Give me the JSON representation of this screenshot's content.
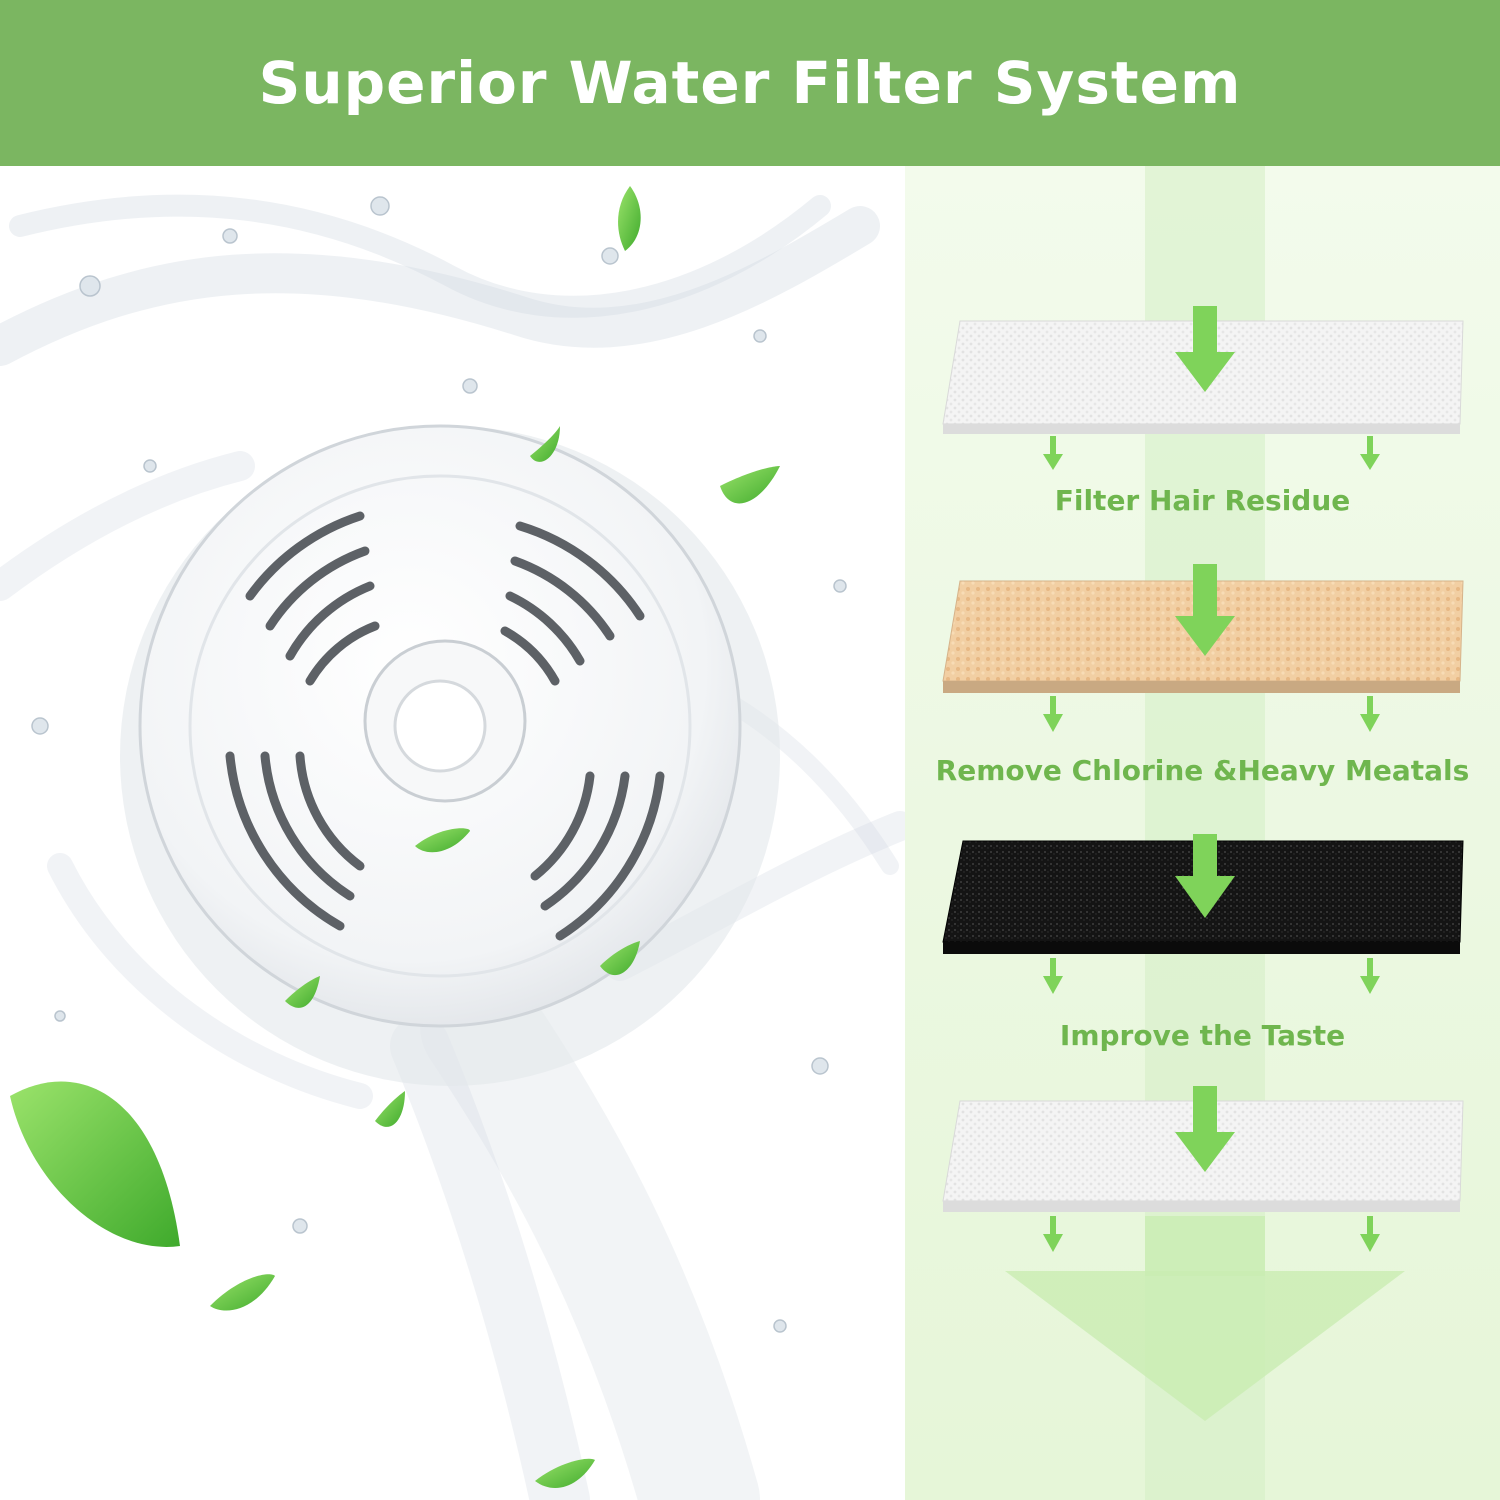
{
  "header": {
    "title": "Superior Water Filter System"
  },
  "colors": {
    "header_bg": "#7bb661",
    "label_green": "#6fb64e",
    "arrow_green": "#7fd35a",
    "panel_bg": "#eef9e6"
  },
  "product_image": {
    "icon": "water-filter-icon"
  },
  "filter_layers": [
    {
      "material": "white cotton layer",
      "label": "Filter Hair Residue"
    },
    {
      "material": "sponge layer",
      "label": "Remove Chlorine &Heavy Meatals"
    },
    {
      "material": "activated carbon layer",
      "label": "Improve the Taste"
    },
    {
      "material": "white cotton layer",
      "label": ""
    }
  ]
}
